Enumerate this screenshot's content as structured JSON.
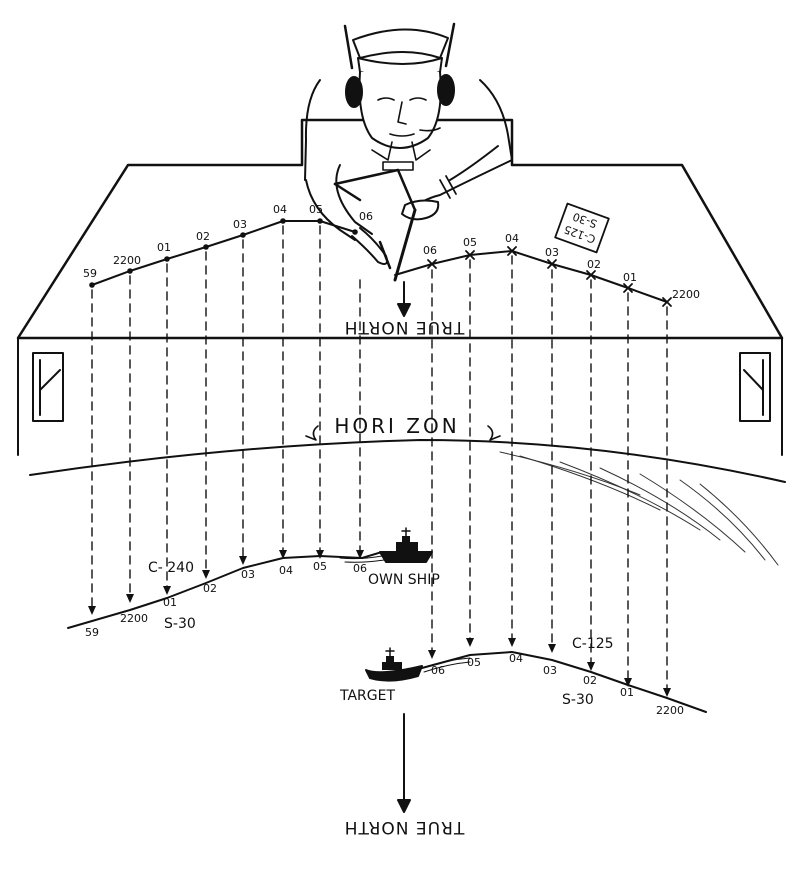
{
  "labels": {
    "true_north_table": "TRUE NORTH",
    "true_north_bottom": "TRUE NORTH",
    "horizon": "HORI ZON",
    "own_ship": "OWN SHIP",
    "target": "TARGET",
    "own_course": "C- 240",
    "own_speed": "S-30",
    "target_course": "C-125",
    "target_speed": "S-30",
    "card_course": "C-125",
    "card_speed": "S-30"
  },
  "own_track_times": [
    "59",
    "2200",
    "01",
    "02",
    "03",
    "04",
    "05",
    "06"
  ],
  "target_track_times": [
    "06",
    "05",
    "04",
    "03",
    "02",
    "01",
    "2200"
  ]
}
